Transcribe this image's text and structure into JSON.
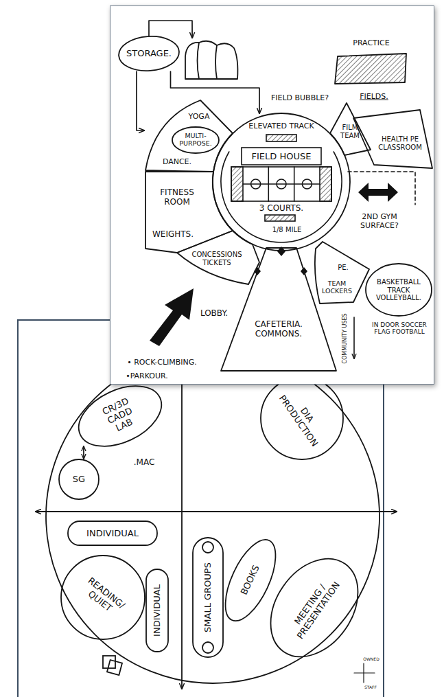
{
  "diagram": {
    "nodes": [
      {
        "text": [
          "STORAGE."
        ]
      },
      {
        "text": [
          "FIELD BUBBLE?"
        ]
      },
      {
        "text": [
          "PRACTICE",
          "FIELDS."
        ]
      },
      {
        "text": [
          "ELEVATED TRACK",
          "FIELD HOUSE",
          "3 COURTS.",
          "1/8 MILE"
        ]
      },
      {
        "text": [
          "YOGA",
          "DANCE."
        ]
      },
      {
        "text": [
          "MULTI- PURPOSE."
        ],
        "in": 4
      },
      {
        "text": [
          "FILM TEAM"
        ]
      },
      {
        "text": [
          "HEALTH PE CLASSROOM"
        ]
      },
      {
        "text": [
          "FITNESS ROOM",
          "WEIGHTS."
        ]
      },
      {
        "text": [
          "2ND GYM SURFACE?"
        ]
      },
      {
        "text": [
          "CONCESSIONS TICKETS"
        ]
      },
      {
        "text": [
          "TEAM LOCKERS",
          "PE."
        ]
      },
      {
        "text": [
          "BASKETBALL TRACK VOLLEYBALL."
        ]
      },
      {
        "text": [
          "CAFETERIA. COMMONS."
        ]
      },
      {
        "text": [
          "CR/3D CADD LAB"
        ]
      },
      {
        "text": [
          "DIA PRODUCTION"
        ]
      },
      {
        "text": [
          "SG"
        ]
      },
      {
        "text": [
          "INDIVIDUAL"
        ]
      },
      {
        "text": [
          "READING/ QUIET"
        ]
      },
      {
        "text": [
          "INDIVIDUAL"
        ]
      },
      {
        "text": [
          "SMALL GROUPS"
        ]
      },
      {
        "text": [
          "BOOKS"
        ]
      },
      {
        "text": [
          "MEETING / PRESENTATION"
        ]
      }
    ],
    "edges": [
      {
        "from": 0,
        "to": 1,
        "arrow": "to"
      },
      {
        "from": 0,
        "to": 4,
        "arrow": "to"
      },
      {
        "from": 0,
        "to": 3,
        "arrow": "to"
      },
      {
        "from": 14,
        "to": 16,
        "arrow": "both"
      }
    ],
    "labels": [
      "LOBBY.",
      "• ROCK-CLIMBING.",
      "•PARKOUR.",
      "COMMUNITY USES",
      "IN DOOR SOCCER FLAG FOOTBALL",
      ".MAC",
      "OWNED",
      "STAFF"
    ]
  }
}
